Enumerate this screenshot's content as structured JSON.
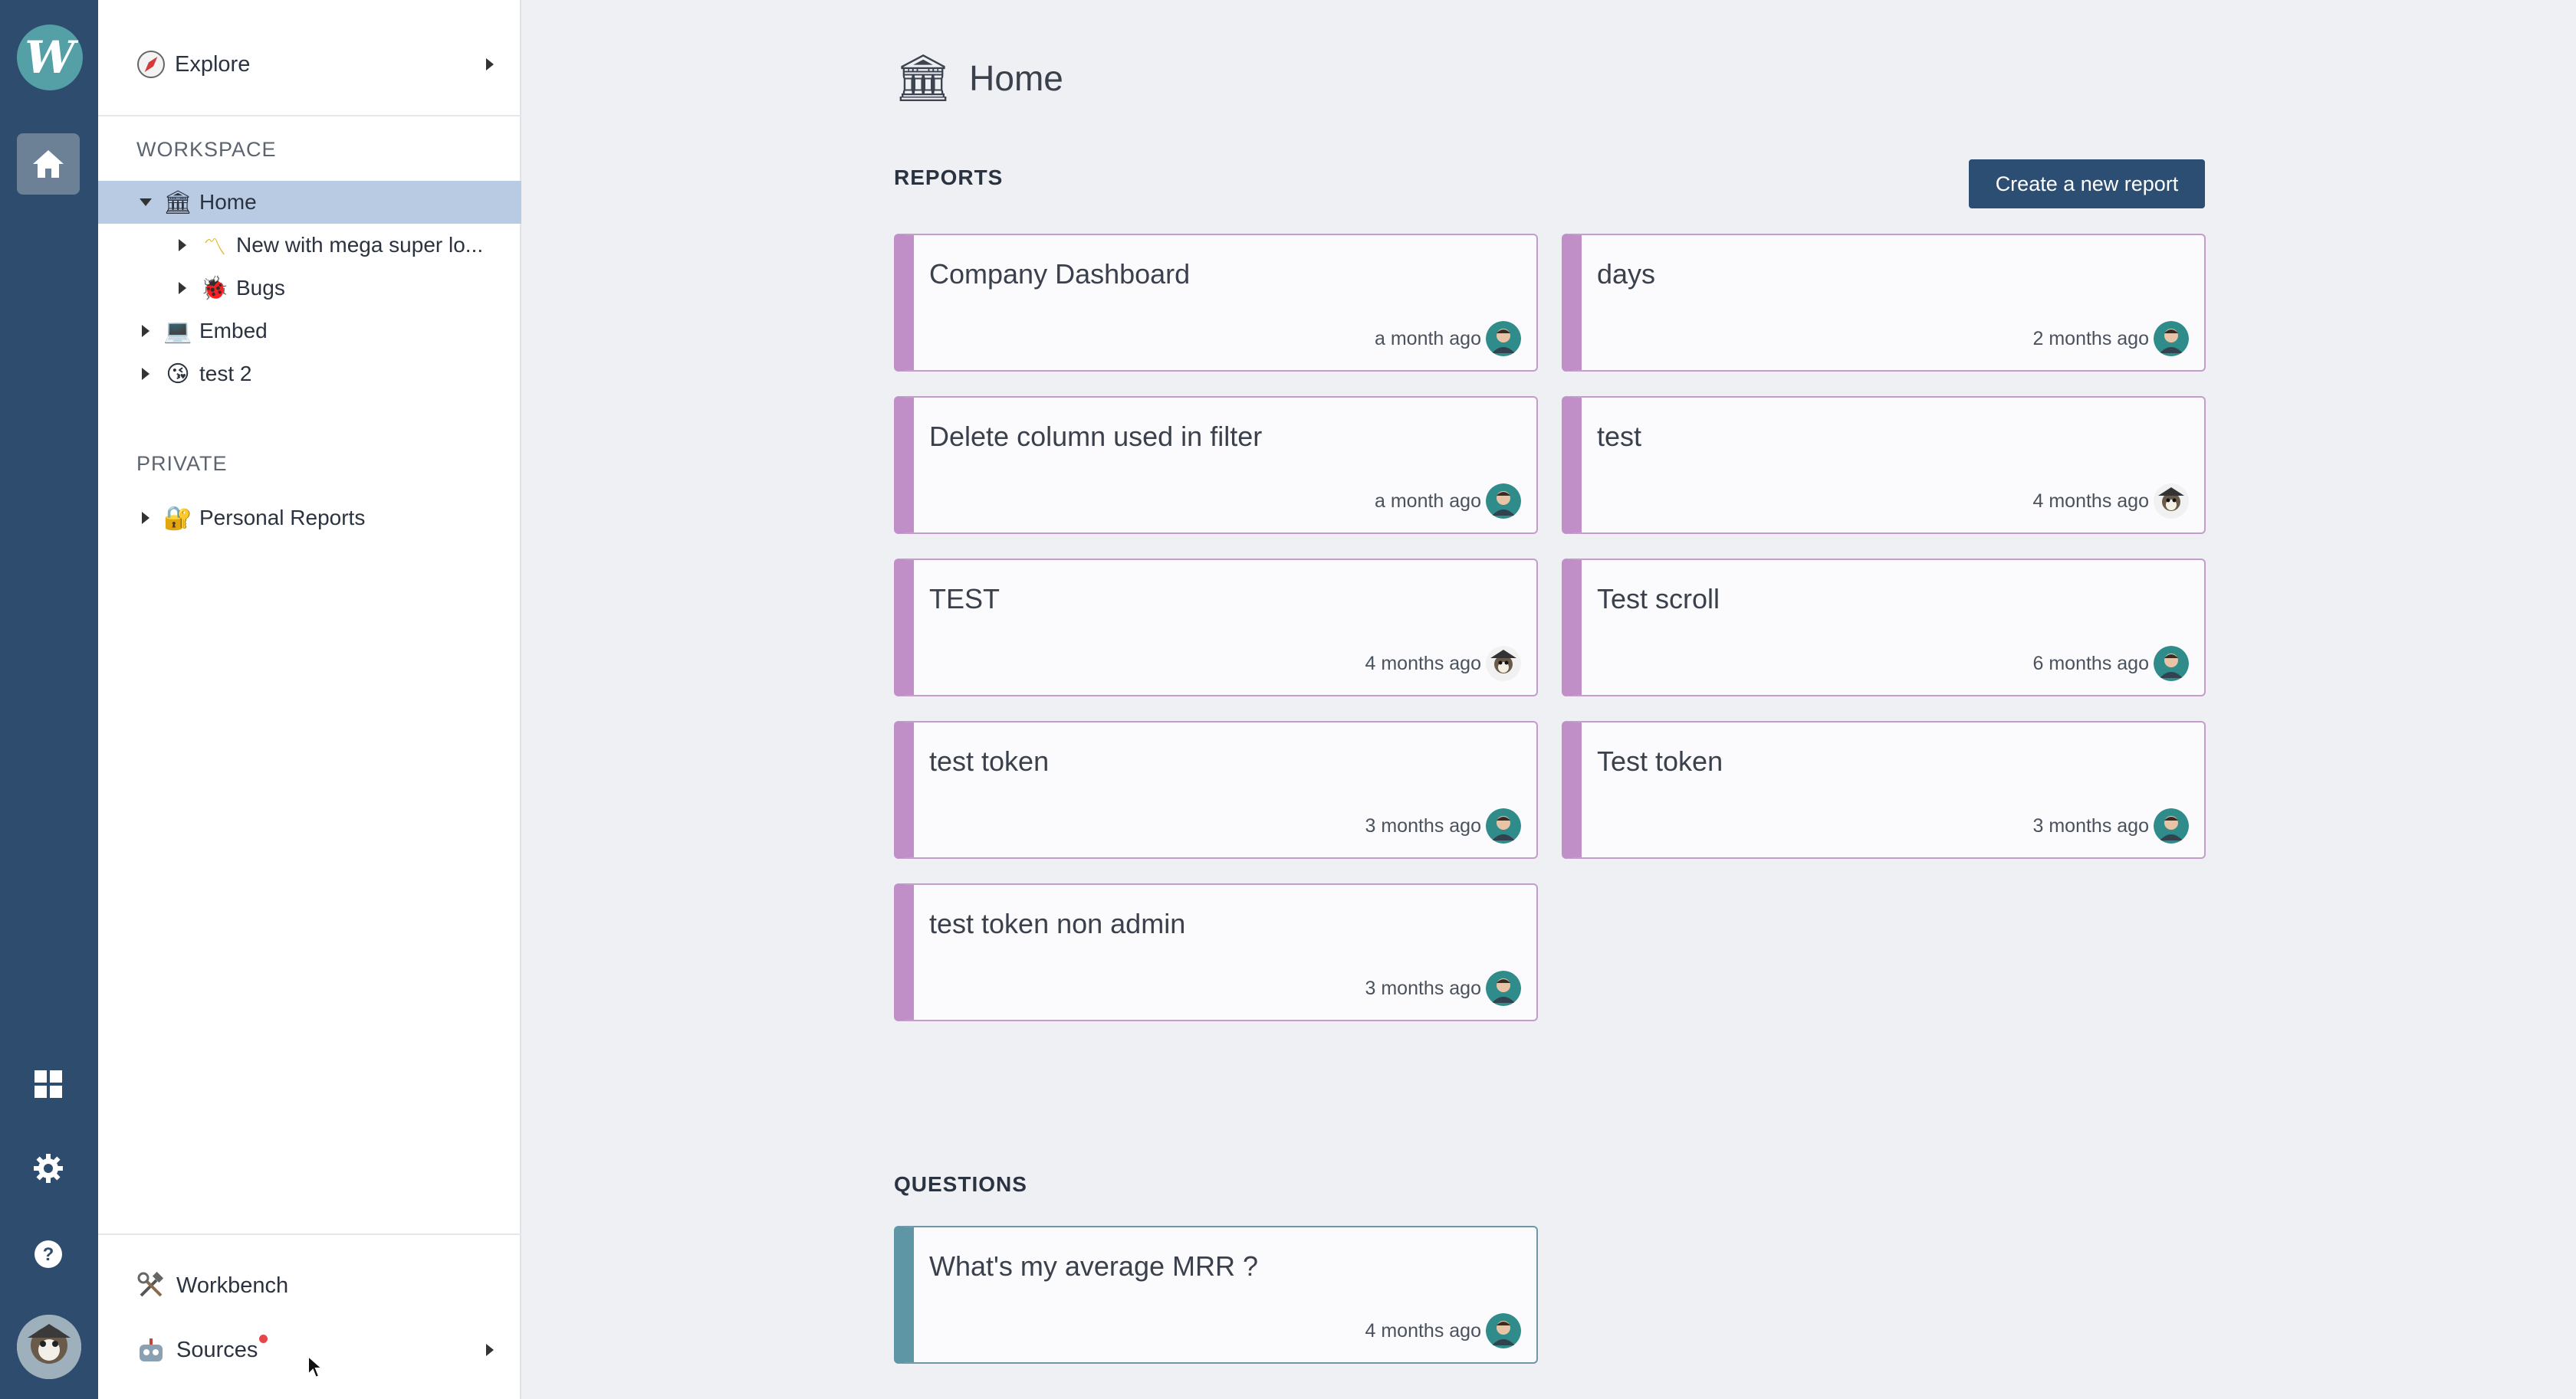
{
  "rail": {
    "logo_letter": "W",
    "icons": [
      "home-icon",
      "dashboard-grid-icon",
      "gear-icon",
      "help-icon"
    ]
  },
  "sidebar": {
    "explore": {
      "label": "Explore"
    },
    "workspace_title": "WORKSPACE",
    "tree": [
      {
        "label": "Home",
        "emoji": "🏛",
        "expanded": true,
        "selected": true
      },
      {
        "label": "New with mega super lo...",
        "emoji": "〽",
        "level": 1
      },
      {
        "label": "Bugs",
        "emoji": "🐞",
        "level": 1
      },
      {
        "label": "Embed",
        "emoji": "💻"
      },
      {
        "label": "test 2",
        "emoji": "😘"
      }
    ],
    "private_title": "PRIVATE",
    "private_tree": [
      {
        "label": "Personal Reports",
        "emoji": "🔐"
      }
    ],
    "workbench": {
      "label": "Workbench"
    },
    "sources": {
      "label": "Sources",
      "has_notification": true
    }
  },
  "main": {
    "title": "Home",
    "title_emoji": "🏛",
    "reports_heading": "REPORTS",
    "create_button": "Create a new report",
    "reports": [
      {
        "title": "Company Dashboard",
        "updated": "a month ago",
        "avatar": "man"
      },
      {
        "title": "days",
        "updated": "2 months ago",
        "avatar": "man"
      },
      {
        "title": "Delete column used in filter",
        "updated": "a month ago",
        "avatar": "man"
      },
      {
        "title": "test",
        "updated": "4 months ago",
        "avatar": "raccoon"
      },
      {
        "title": "TEST",
        "updated": "4 months ago",
        "avatar": "raccoon"
      },
      {
        "title": "Test scroll",
        "updated": "6 months ago",
        "avatar": "man"
      },
      {
        "title": "test token",
        "updated": "3 months ago",
        "avatar": "man"
      },
      {
        "title": "Test token",
        "updated": "3 months ago",
        "avatar": "man"
      },
      {
        "title": "test token non admin",
        "updated": "3 months ago",
        "avatar": "man"
      }
    ],
    "questions_heading": "QUESTIONS",
    "questions": [
      {
        "title": "What's my average MRR ?",
        "updated": "4 months ago",
        "avatar": "man"
      }
    ]
  },
  "colors": {
    "rail": "#2e4c6d",
    "accent_button": "#2d4e73",
    "report_accent": "#c08fc8",
    "question_accent": "#5f96a6",
    "selected_row": "#b8cbe3"
  }
}
